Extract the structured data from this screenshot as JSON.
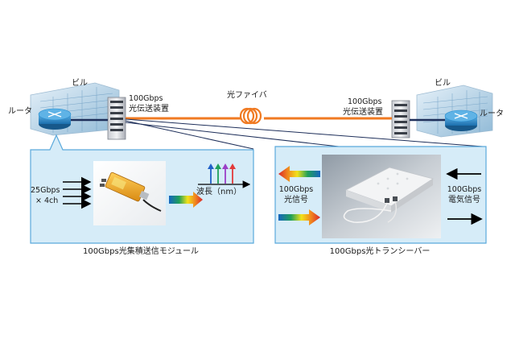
{
  "labels": {
    "building_left": "ビル",
    "building_right": "ビル",
    "router_left": "ルータ",
    "router_right": "ルータ",
    "equipment_left": [
      "100Gbps",
      "光伝送装置"
    ],
    "equipment_right": [
      "100Gbps",
      "光伝送装置"
    ],
    "fiber": "光ファイバ",
    "input_signal": [
      "25Gbps",
      "× 4ch"
    ],
    "wavelength": "波長（nm）",
    "optical_signal": [
      "100Gbps",
      "光信号"
    ],
    "electrical_signal": [
      "100Gbps",
      "電気信号"
    ],
    "module_caption": "100Gbps光集積送信モジュール",
    "transceiver_caption": "100Gbps光トランシーバー"
  },
  "colors": {
    "panel_fill": "#d6ecf8",
    "panel_border": "#5aa9dc",
    "fiber": "#f07a22",
    "connector": "#1e2f5a",
    "router": "#2b8fd0",
    "building": "#8fb9d6"
  },
  "icons": {
    "router": "router-icon",
    "building": "building-icon",
    "rack": "server-rack-icon",
    "fiber_coil": "fiber-coil-icon",
    "spectrum": "wavelength-spectrum-icon"
  }
}
